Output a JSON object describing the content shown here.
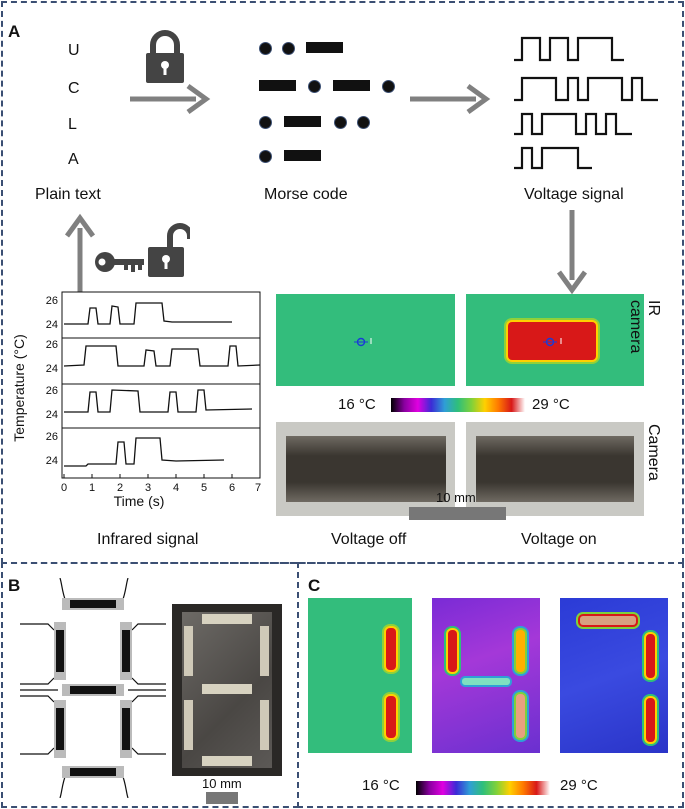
{
  "panels": {
    "a": "A",
    "b": "B",
    "c": "C"
  },
  "plain_text_letters": [
    "U",
    "C",
    "L",
    "A"
  ],
  "captions": {
    "plain_text": "Plain text",
    "morse_code": "Morse code",
    "voltage_signal": "Voltage signal",
    "infrared_signal": "Infrared signal",
    "voltage_off": "Voltage off",
    "voltage_on": "Voltage on",
    "ir_camera": "IR camera",
    "camera": "Camera"
  },
  "plot": {
    "ylabel": "Temperature (°C)",
    "xlabel": "Time (s)",
    "yticks": [
      "26",
      "24"
    ],
    "xticks": [
      "0",
      "1",
      "2",
      "3",
      "4",
      "5",
      "6",
      "7"
    ]
  },
  "colorbar_a": {
    "min": "16 °C",
    "max": "29 °C"
  },
  "colorbar_c": {
    "min": "16 °C",
    "max": "29 °C"
  },
  "scalebar_a": "10 mm",
  "scalebar_b": "10 mm",
  "colors": {
    "border": "#3b4f73",
    "arrow": "#808080",
    "ir_bg": "#2fbf7a",
    "hot": "#d81818"
  },
  "icons": [
    "lock-icon",
    "key-icon",
    "unlock-icon"
  ]
}
